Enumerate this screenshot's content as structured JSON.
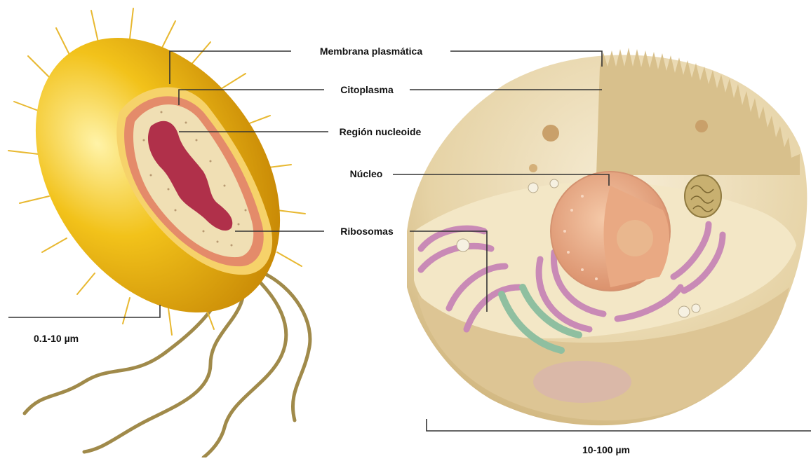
{
  "labels": {
    "plasma_membrane": "Membrana plasmática",
    "cytoplasm": "Citoplasma",
    "nucleoid": "Región  nucleoide",
    "nucleus": "Núcleo",
    "ribosomes": "Ribosomas"
  },
  "scales": {
    "prokaryote": "0.1-10 µm",
    "eukaryote": "10-100 µm"
  },
  "colors": {
    "bacterium_body": "#f2c21a",
    "bacterium_membrane": "#e48b6a",
    "bacterium_cytoplasm": "#f0dfb4",
    "nucleoid": "#b0304a",
    "flagella": "#a08a4a",
    "animal_cell": "#ecdcb6",
    "nucleus": "#e8a07a",
    "golgi": "#c98ab6",
    "er_green": "#8fbfa0",
    "leader_line": "#333333"
  }
}
